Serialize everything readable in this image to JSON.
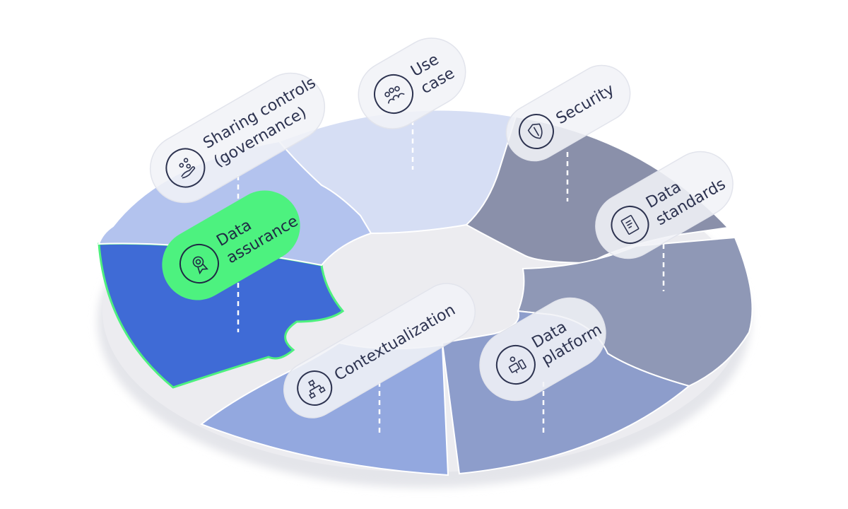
{
  "diagram": {
    "segments": [
      {
        "id": "use-case",
        "color": "#d6def4"
      },
      {
        "id": "security",
        "color": "#8a90aa"
      },
      {
        "id": "data-standards",
        "color": "#8f98b6"
      },
      {
        "id": "data-platform",
        "color": "#8d9dcb"
      },
      {
        "id": "contextualization",
        "color": "#93a8df"
      },
      {
        "id": "data-assurance",
        "color": "#3f6bd6",
        "outline": "#4ef07f"
      },
      {
        "id": "sharing-controls",
        "color": "#b3c3ee"
      }
    ],
    "labels": [
      {
        "id": "sharing-controls",
        "lines": [
          "Sharing controls",
          "(governance)"
        ],
        "icon": "hand-share-icon"
      },
      {
        "id": "use-case",
        "lines": [
          "Use",
          "case"
        ],
        "icon": "people-group-icon"
      },
      {
        "id": "security",
        "lines": [
          "Security"
        ],
        "icon": "shield-icon"
      },
      {
        "id": "data-standards",
        "lines": [
          "Data",
          "standards"
        ],
        "icon": "certificate-document-icon"
      },
      {
        "id": "data-assurance",
        "lines": [
          "Data",
          "assurance"
        ],
        "icon": "award-ribbon-icon",
        "active": true
      },
      {
        "id": "contextualization",
        "lines": [
          "Contextualization"
        ],
        "icon": "hierarchy-icon"
      },
      {
        "id": "data-platform",
        "lines": [
          "Data",
          "platform"
        ],
        "icon": "computer-gear-icon"
      }
    ],
    "colors": {
      "pill": "#f1f2f7",
      "pill_active": "#4df27f",
      "label_text": "#2d3350",
      "shadow": "#e6e7ec"
    }
  }
}
